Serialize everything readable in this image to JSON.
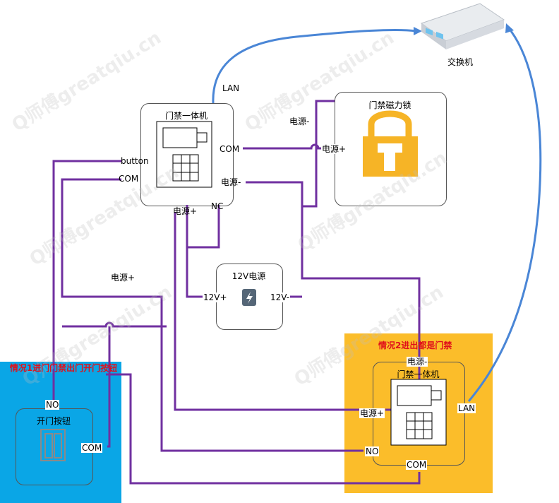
{
  "watermark": "Q师傅greatqiu.cn",
  "switch": {
    "label": "交换机"
  },
  "lan_labels": {
    "top": "LAN",
    "bottom": "LAN"
  },
  "controller_top": {
    "title": "门禁一体机",
    "ports": {
      "com": "COM",
      "power_neg": "电源-",
      "button": "button",
      "com_left": "COM",
      "power_pos": "电源+",
      "nc": "NC"
    }
  },
  "lock": {
    "title": "门禁磁力锁",
    "power_neg": "电源-",
    "power_pos": "电源+"
  },
  "psu": {
    "title": "12V电源",
    "pos": "12V+",
    "neg": "12V-"
  },
  "floating_label": "电源+",
  "case1": {
    "title": "情况1进门门禁出门开门按钮",
    "button_title": "开门按钮",
    "no": "NO",
    "com": "COM"
  },
  "case2": {
    "title": "情况2进出都是门禁",
    "controller_title": "门禁一体机",
    "power_neg": "电源-",
    "power_pos": "电源+",
    "lan": "LAN",
    "no": "NO",
    "com": "COM"
  },
  "colors": {
    "wire": "#7030a0",
    "lan": "#4a86d6",
    "blue_zone": "#0aa6e6",
    "yellow_zone": "#fbbd2a",
    "lock": "#f6b426"
  }
}
